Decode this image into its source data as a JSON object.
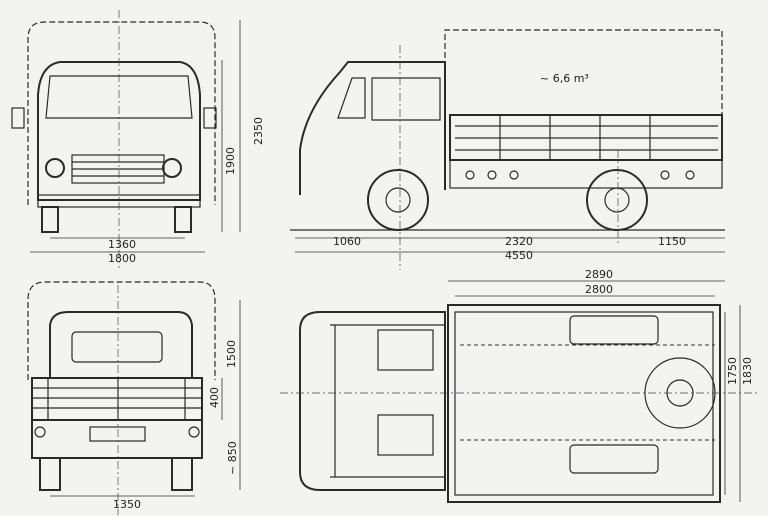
{
  "title": "Vehicle dimension drawing",
  "front_view": {
    "overall_height": "2350",
    "cab_height": "1900",
    "track": "1360",
    "width": "1800"
  },
  "side_view": {
    "cargo_volume": "~ 6,6 m³",
    "front_overhang": "1060",
    "wheelbase": "2320",
    "rear_overhang": "1150",
    "overall_length": "4550"
  },
  "top_view": {
    "platform_length_outer": "2890",
    "platform_length_inner": "2800",
    "platform_width_inner": "1750",
    "platform_width_outer": "1830"
  },
  "rear_view": {
    "tarp_height": "1500",
    "side_height": "400",
    "floor_height": "~ 850",
    "rear_track": "1350"
  }
}
